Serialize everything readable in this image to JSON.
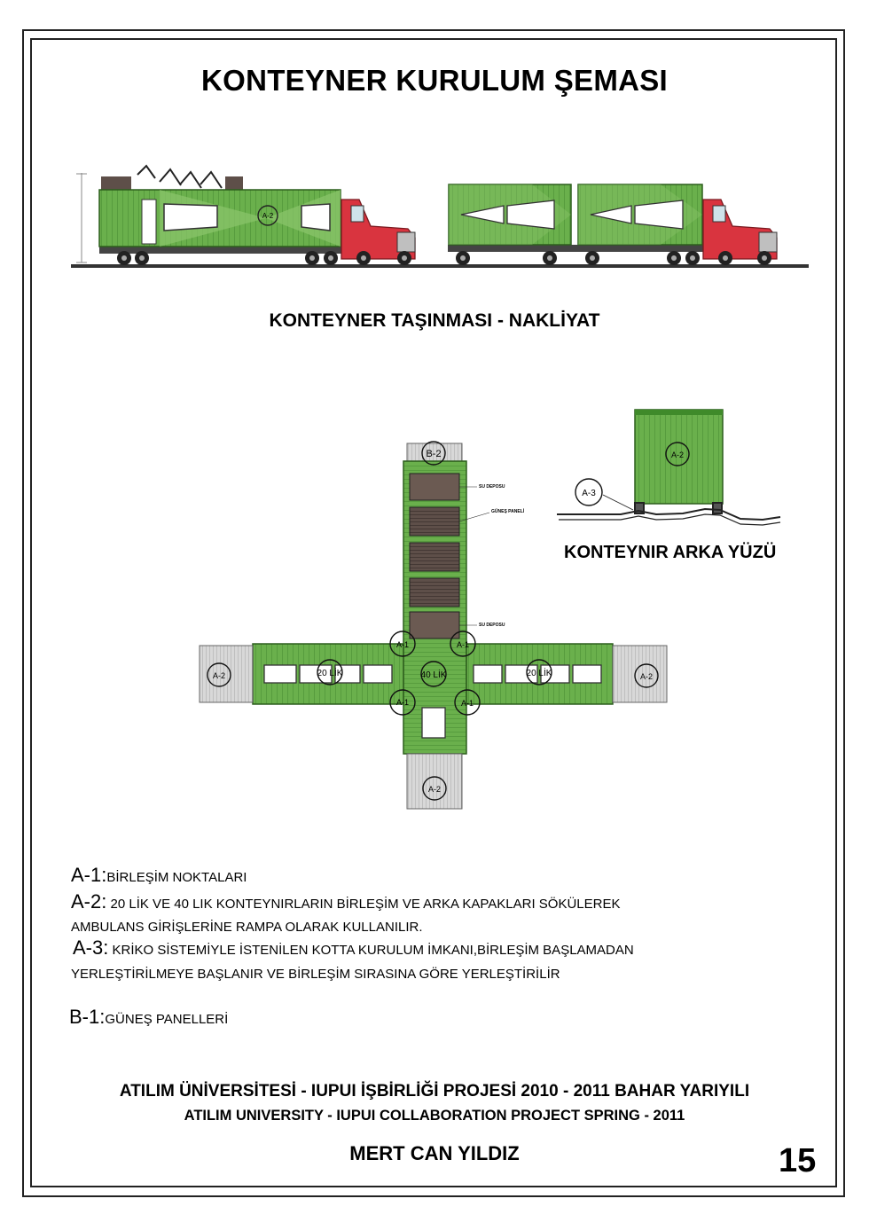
{
  "title": "KONTEYNER KURULUM ŞEMASI",
  "transport_caption": "KONTEYNER TAŞINMASI - NAKLİYAT",
  "rear_view_caption": "KONTEYNIR ARKA YÜZÜ",
  "diagram_labels": {
    "a1": "A-1",
    "a2": "A-2",
    "a3": "A-3",
    "b2": "B-2",
    "lik20": "20 LİK",
    "lik40": "40 LİK",
    "su_deposu": "SU DEPOSU",
    "gunes_paneli": "GÜNEŞ PANELİ"
  },
  "legend": {
    "a1_code": "A-1:",
    "a1_text": "BİRLEŞİM NOKTALARI",
    "a2_code": "A-2:",
    "a2_text": " 20 LİK VE 40 LIK KONTEYNIRLARIN BİRLEŞİM VE ARKA KAPAKLARI SÖKÜLEREK",
    "a2_text2": "AMBULANS GİRİŞLERİNE RAMPA OLARAK KULLANILIR.",
    "a3_code": "A-3:",
    "a3_text": " KRİKO SİSTEMİYLE İSTENİLEN KOTTA KURULUM İMKANI,BİRLEŞİM BAŞLAMADAN",
    "a3_text2": "YERLEŞTİRİLMEYE BAŞLANIR VE BİRLEŞİM SIRASINA GÖRE YERLEŞTİRİLİR",
    "b1_code": "B-1:",
    "b1_text": "GÜNEŞ PANELLERİ"
  },
  "footer": {
    "line1": "ATILIM ÜNİVERSİTESİ - IUPUI İŞBİRLİĞİ PROJESİ 2010 - 2011 BAHAR YARIYILI",
    "line2": "ATILIM UNIVERSITY - IUPUI COLLABORATION PROJECT SPRING - 2011",
    "author": "MERT CAN YILDIZ",
    "page_number": "15"
  },
  "colors": {
    "container_green": "#6ab04c",
    "container_dark_green": "#3f8a2a",
    "truck_red": "#d9343f",
    "panel_brown": "#6b5a52",
    "ramp_gray": "#cfcfcf"
  }
}
